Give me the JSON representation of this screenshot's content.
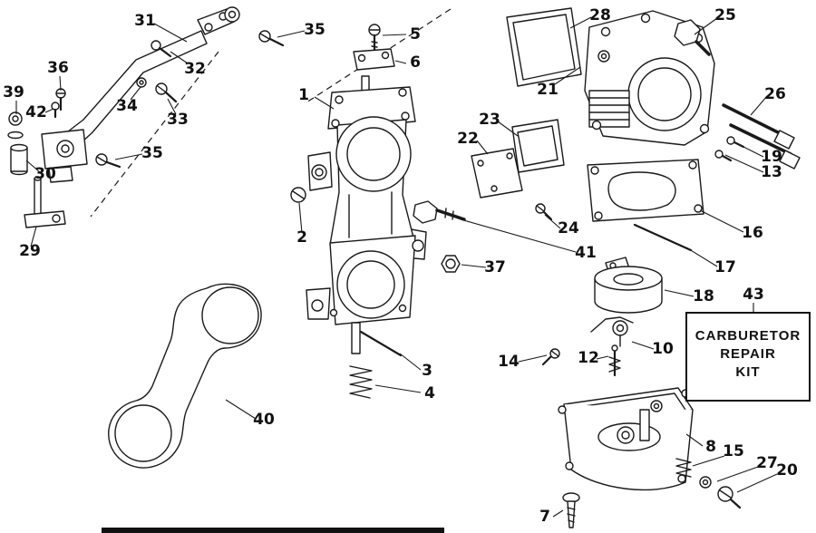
{
  "figure": {
    "type": "exploded-parts-diagram",
    "subject": "carburetor",
    "kit_box": {
      "line1": "CARBURETOR",
      "line2": "REPAIR",
      "line3": "KIT"
    },
    "callouts": [
      {
        "label": "31"
      },
      {
        "label": "35"
      },
      {
        "label": "5"
      },
      {
        "label": "6"
      },
      {
        "label": "28"
      },
      {
        "label": "25"
      },
      {
        "label": "36"
      },
      {
        "label": "32"
      },
      {
        "label": "34"
      },
      {
        "label": "33"
      },
      {
        "label": "39"
      },
      {
        "label": "42"
      },
      {
        "label": "21"
      },
      {
        "label": "26"
      },
      {
        "label": "1"
      },
      {
        "label": "23"
      },
      {
        "label": "22"
      },
      {
        "label": "19"
      },
      {
        "label": "13"
      },
      {
        "label": "35"
      },
      {
        "label": "30"
      },
      {
        "label": "16"
      },
      {
        "label": "24"
      },
      {
        "label": "2"
      },
      {
        "label": "41"
      },
      {
        "label": "17"
      },
      {
        "label": "37"
      },
      {
        "label": "29"
      },
      {
        "label": "18"
      },
      {
        "label": "43"
      },
      {
        "label": "10"
      },
      {
        "label": "14"
      },
      {
        "label": "12"
      },
      {
        "label": "3"
      },
      {
        "label": "4"
      },
      {
        "label": "40"
      },
      {
        "label": "8"
      },
      {
        "label": "15"
      },
      {
        "label": "27"
      },
      {
        "label": "20"
      },
      {
        "label": "7"
      }
    ]
  }
}
